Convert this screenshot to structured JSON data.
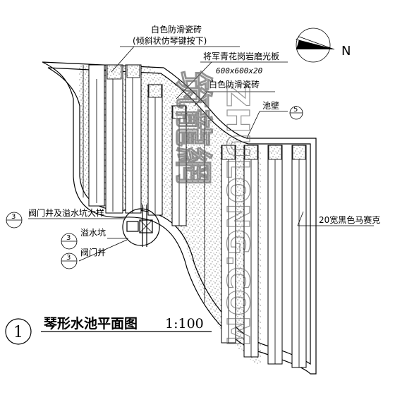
{
  "drawing": {
    "title": "琴形水池平面图",
    "scale": "1:100",
    "sheet_number": "1",
    "north_label": "N"
  },
  "callouts": {
    "white_tile_slope": "白色防滑瓷砖",
    "white_tile_slope_note": "(倾斜状仿琴键按下)",
    "granite_slab": "将军青花岗岩磨光板",
    "granite_size": "600x600x20",
    "white_tile": "白色防滑瓷砖",
    "pool_wall": "池壁",
    "pool_wall_ref": "5",
    "mosaic": "20宽黑色马赛克",
    "valve_detail": "阀门井及溢水坑大样",
    "valve_detail_ref": "3",
    "overflow_pit": "溢水坑",
    "overflow_ref": "3",
    "valve_well": "阀门井",
    "valve_ref": "3"
  },
  "watermark": {
    "cn": "筑龍網",
    "en": "ZHULONG.COM"
  }
}
